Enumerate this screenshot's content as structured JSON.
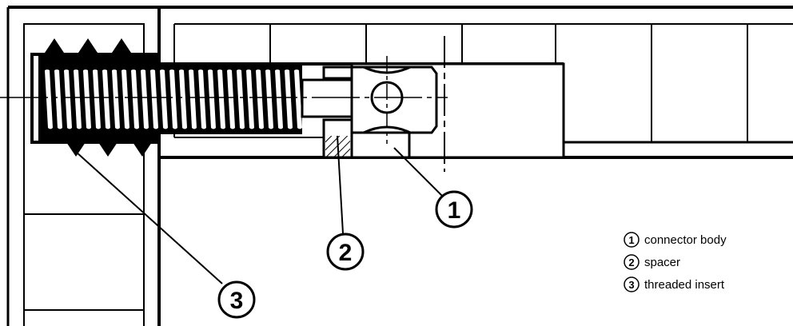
{
  "diagram": {
    "callouts": [
      {
        "label": "1",
        "part": "connector body"
      },
      {
        "label": "2",
        "part": "spacer"
      },
      {
        "label": "3",
        "part": "threaded insert"
      }
    ],
    "colors": {
      "line": "#000000",
      "background": "#ffffff"
    }
  }
}
